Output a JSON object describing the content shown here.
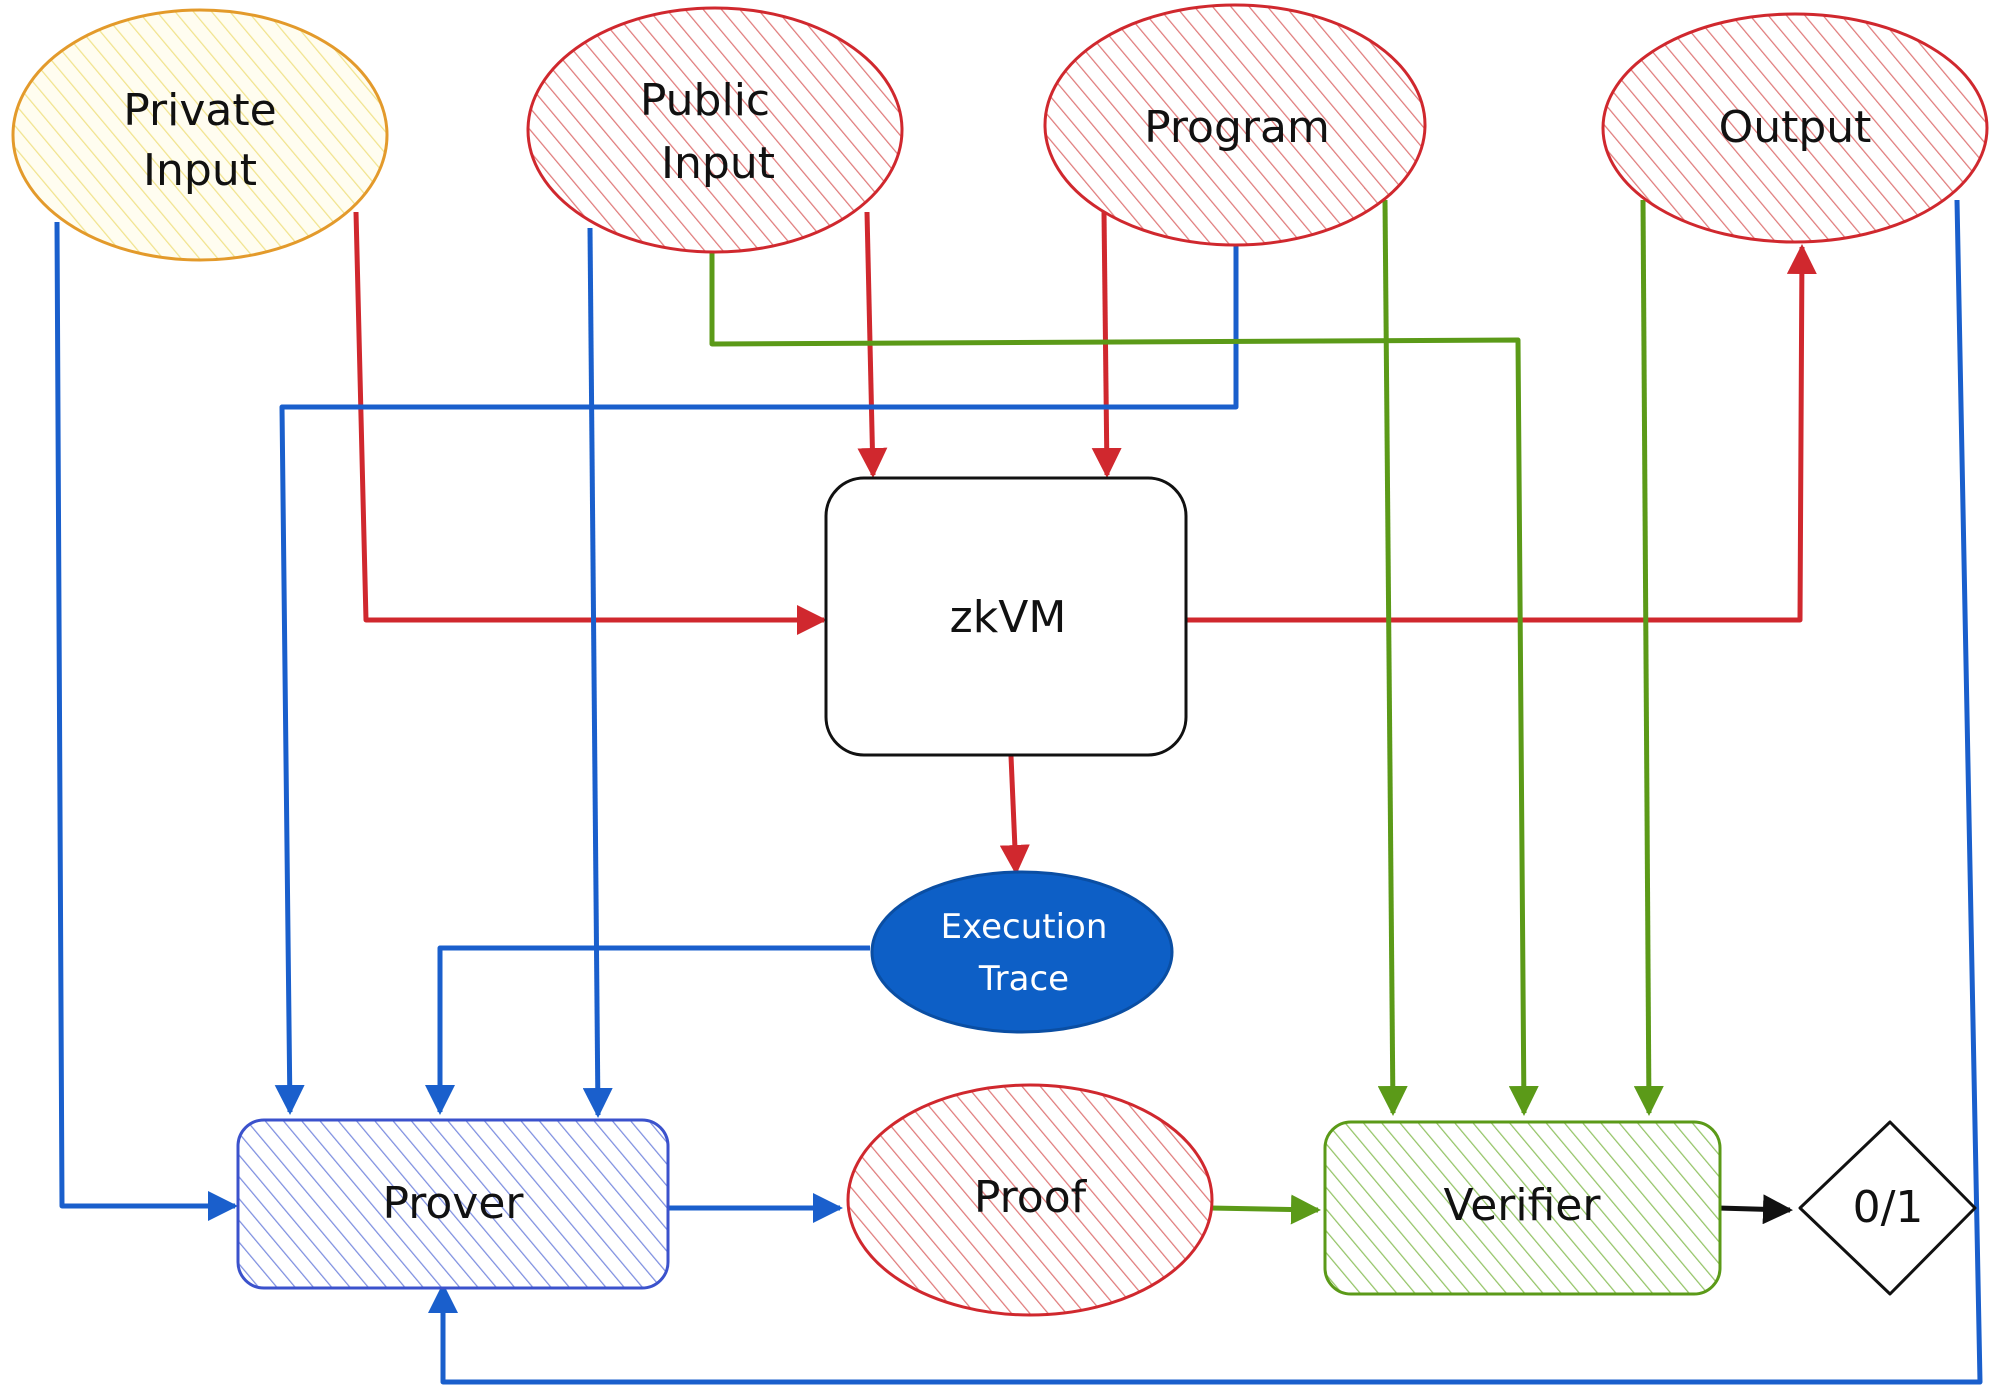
{
  "nodes": {
    "private_input": {
      "line1": "Private",
      "line2": "Input"
    },
    "public_input": {
      "line1": "Public",
      "line2": "Input"
    },
    "program": {
      "label": "Program"
    },
    "output": {
      "label": "Output"
    },
    "zkvm": {
      "label": "zkVM"
    },
    "execution_trace": {
      "line1": "Execution",
      "line2": "Trace"
    },
    "prover": {
      "label": "Prover"
    },
    "proof": {
      "label": "Proof"
    },
    "verifier": {
      "label": "Verifier"
    },
    "result": {
      "label": "0/1"
    }
  },
  "colors": {
    "red": "#d0282e",
    "blue": "#1a5fcc",
    "green": "#5b9a18",
    "black": "#111111",
    "yellow_fill": "#fbf3c2",
    "yellow_stroke": "#e39a2b",
    "red_fill": "#f6c9c9",
    "blue_fill": "#c9d0f4",
    "green_fill": "#d6eec3",
    "trace_fill": "#0d5fc6"
  }
}
